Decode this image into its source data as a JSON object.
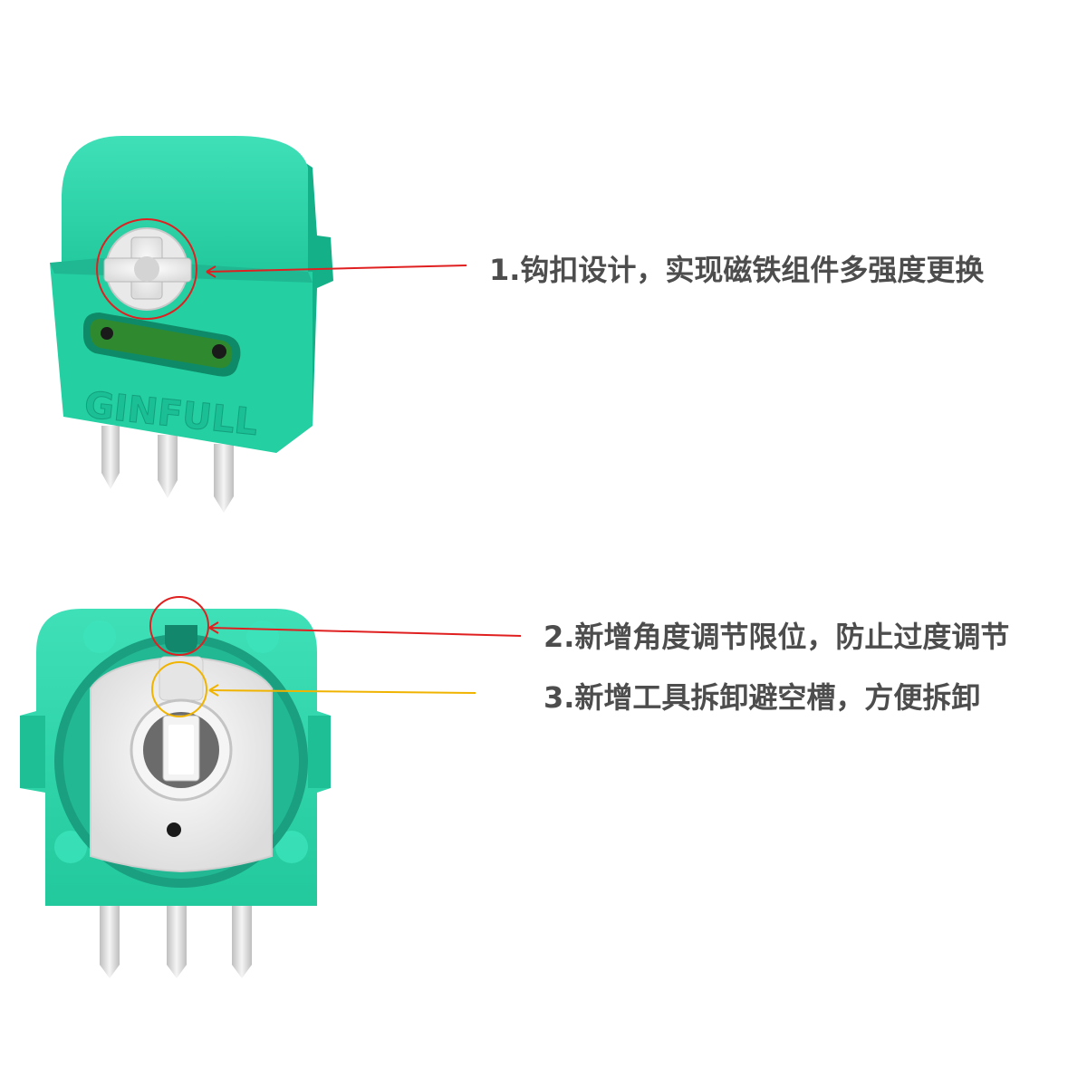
{
  "brand": {
    "logo_text": "GINFULL"
  },
  "callouts": {
    "item1": "1.钩扣设计，实现磁铁组件多强度更换",
    "item2": "2.新增角度调节限位，防止过度调节",
    "item3": "3.新增工具拆卸避空槽，方便拆卸"
  },
  "colors": {
    "housing": "#27d3a6",
    "housing_dark": "#16a886",
    "rotor": "#f2f2f2",
    "pcb": "#2f8a2f",
    "pin": "#d9d9d9",
    "text": "#4d4d4d",
    "marker_red": "#e02020",
    "marker_yellow": "#f0b400"
  }
}
